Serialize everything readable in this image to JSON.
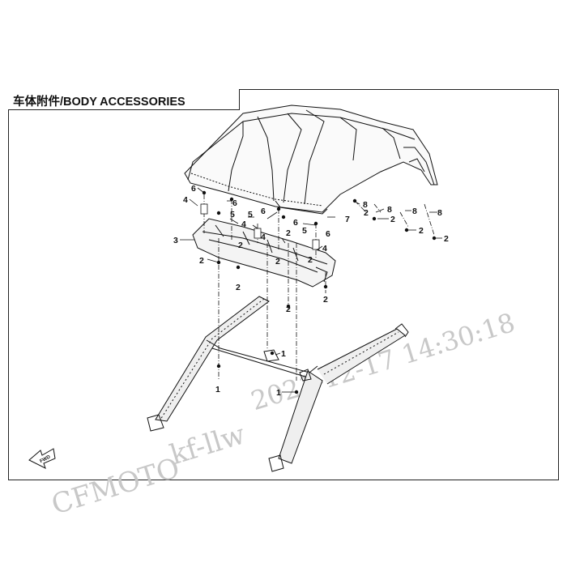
{
  "title": "车体附件/BODY ACCESSORIES",
  "watermark": {
    "brand": "CFMOTO",
    "user": "kf-llw",
    "timestamp": "2021-12-17 14:30:18"
  },
  "forward_arrow_label": "FWD",
  "callouts": [
    "1",
    "1",
    "1",
    "2",
    "2",
    "2",
    "2",
    "2",
    "2",
    "2",
    "2",
    "2",
    "2",
    "2",
    "2",
    "3",
    "4",
    "4",
    "4",
    "4",
    "5",
    "5",
    "5",
    "6",
    "6",
    "6",
    "6",
    "6",
    "7",
    "8",
    "8",
    "8",
    "8"
  ],
  "colors": {
    "line": "#111111",
    "watermark": "#c8c8c8",
    "background": "#ffffff"
  }
}
